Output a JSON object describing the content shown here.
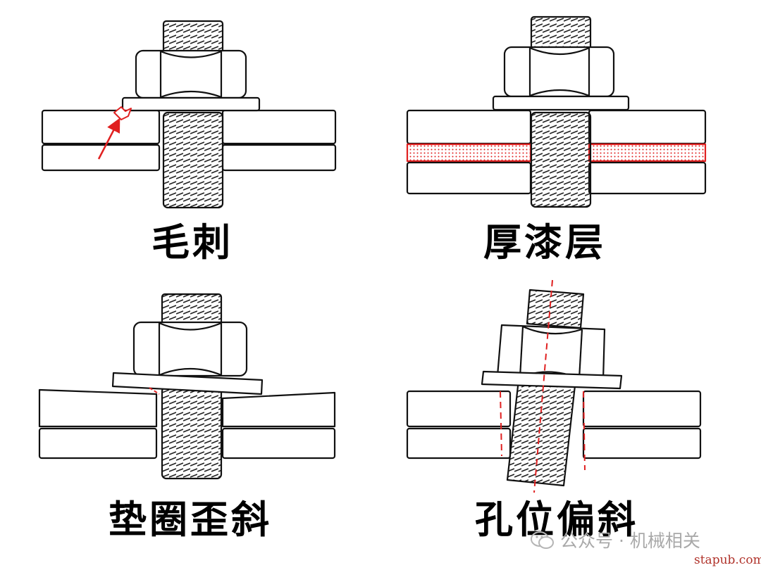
{
  "panels": [
    {
      "id": "burr",
      "caption": "毛刺"
    },
    {
      "id": "thick-paint",
      "caption": "厚漆层"
    },
    {
      "id": "tilted-washer",
      "caption": "垫圈歪斜"
    },
    {
      "id": "hole-offset",
      "caption": "孔位偏斜"
    }
  ],
  "watermark": {
    "text": "公众号 · 机械相关",
    "site": "stapub.com",
    "icon": "wechat-icon"
  },
  "colors": {
    "line": "#111111",
    "highlight": "#e02020",
    "watermark": "#a9a9a9",
    "site": "#b0322a"
  }
}
